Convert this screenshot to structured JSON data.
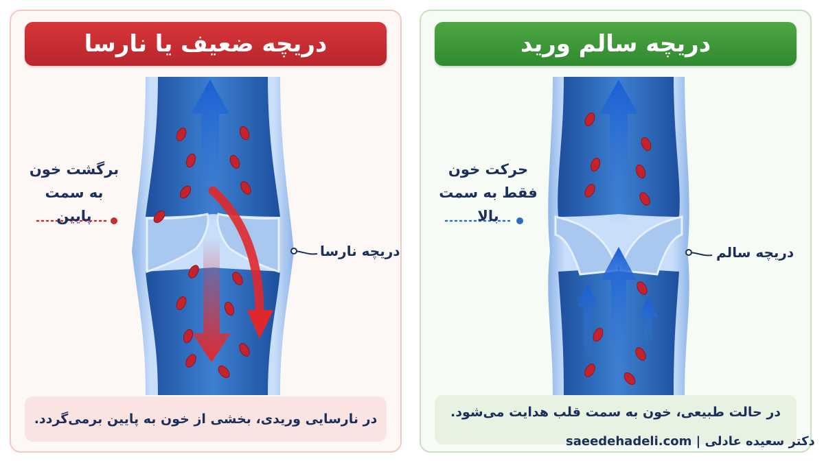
{
  "left_panel": {
    "title": "دریچه ضعیف یا نارسا",
    "side_label_line1": "برگشت خون",
    "side_label_line2": "به سمت پایین",
    "valve_label": "دریچه نارسا",
    "caption": "در نارسایی وریدی، بخشی از خون به پایین برمی‌گردد."
  },
  "right_panel": {
    "title": "دریچه سالم ورید",
    "side_label_line1": "حرکت خون",
    "side_label_line2": "فقط به سمت بالا",
    "valve_label": "دریچه سالم",
    "caption": "در حالت طبیعی، خون به سمت قلب هدایت می‌شود."
  },
  "footer": "saeedehadeli.com | دکتر سعیده عادلی",
  "colors": {
    "red_accent": "#c62e33",
    "green_accent": "#3f9b3b",
    "navy_text": "#1b2f5a",
    "vein_blue": "#2f6cc0",
    "blood_cell": "#c4222c"
  }
}
